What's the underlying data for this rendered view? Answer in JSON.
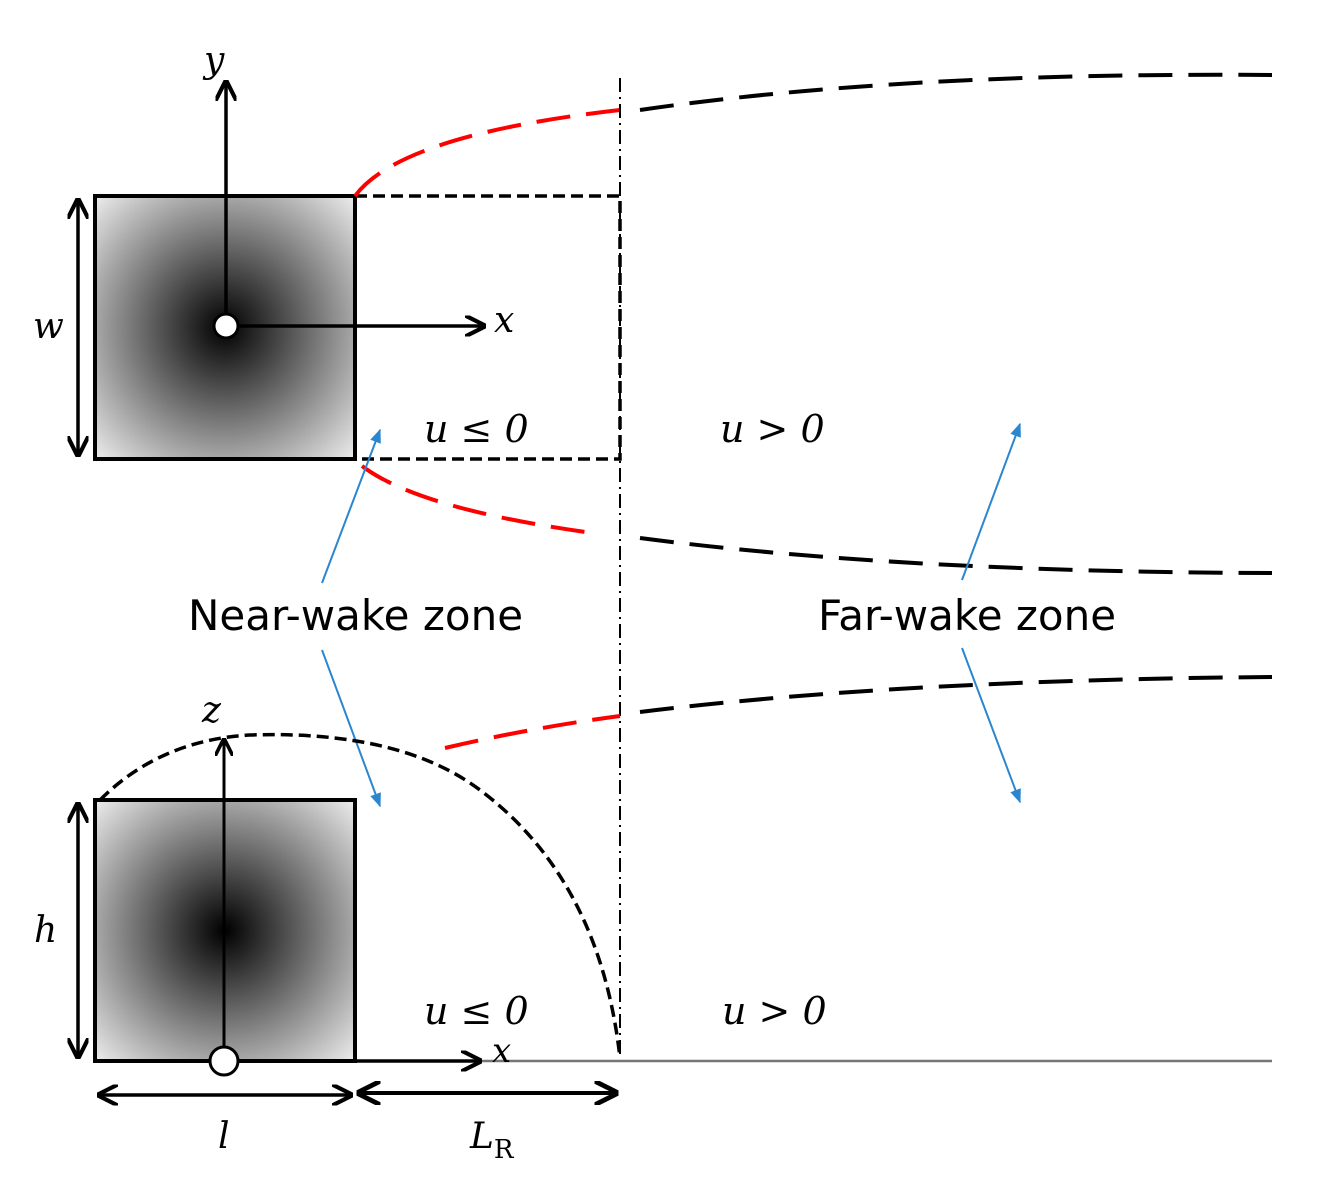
{
  "diagram": {
    "colors": {
      "outline": "#000000",
      "near_wake_boundary": "#ff0000",
      "far_wake_boundary": "#000000",
      "pointer_arrows": "#2b86d0",
      "ground_line": "#777777"
    },
    "top_view": {
      "axis_y_label": "y",
      "axis_x_label": "x",
      "width_label": "w",
      "near_region_label": "u ≤ 0",
      "far_region_label": "u > 0"
    },
    "side_view": {
      "axis_z_label": "z",
      "axis_x_label": "x",
      "height_label": "h",
      "length_label": "l",
      "reattachment_label": "L",
      "reattachment_subscript": "R",
      "near_region_label": "u ≤ 0",
      "far_region_label": "u > 0"
    },
    "zones": {
      "near_wake": "Near-wake zone",
      "far_wake": "Far-wake zone"
    }
  }
}
